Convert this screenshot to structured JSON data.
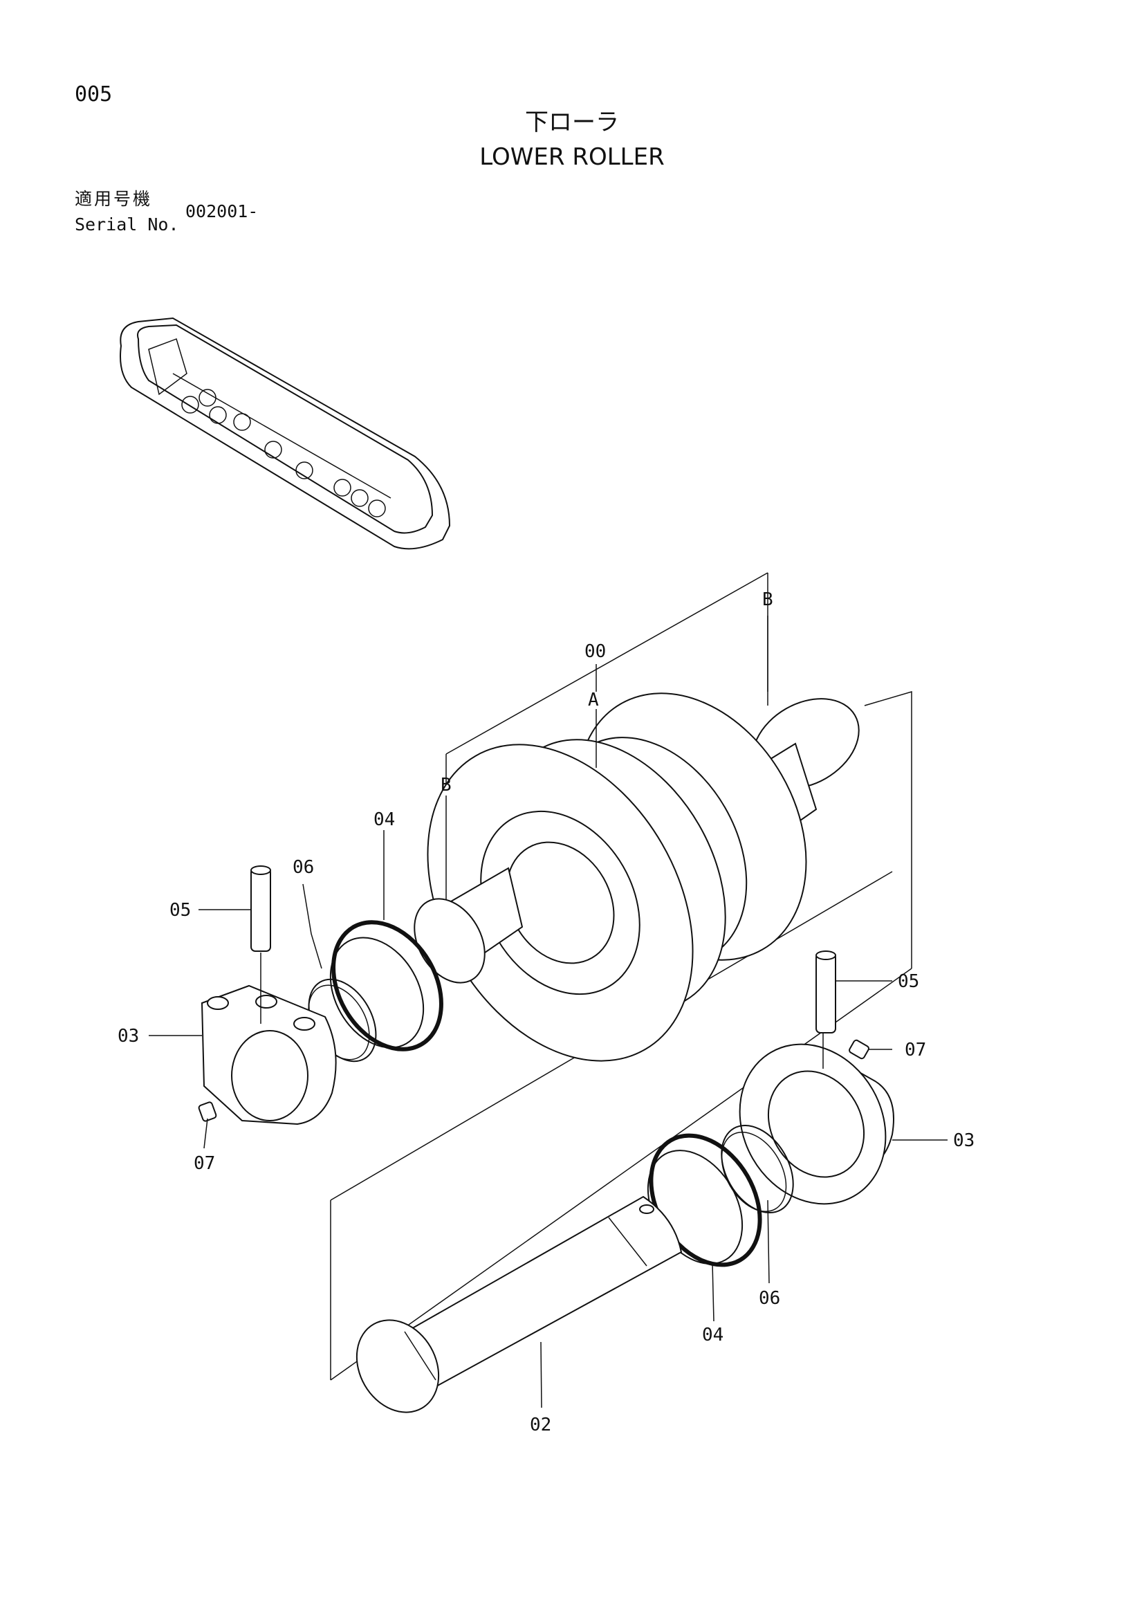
{
  "page": {
    "number": "005",
    "title_jp": "下ローラ",
    "title_en": "LOWER ROLLER"
  },
  "serial": {
    "label_jp": "適用号機",
    "label_en": "Serial No.",
    "value": "002001-"
  },
  "callouts": {
    "assy": "00",
    "section_a": "A",
    "section_b_top": "B",
    "section_b_left": "B",
    "seal_left": "04",
    "seal_right": "04",
    "oring_left": "06",
    "oring_right": "06",
    "pin_left": "05",
    "pin_right": "05",
    "collar_left": "03",
    "collar_right": "03",
    "plug_left": "07",
    "plug_right": "07",
    "shaft": "02"
  }
}
